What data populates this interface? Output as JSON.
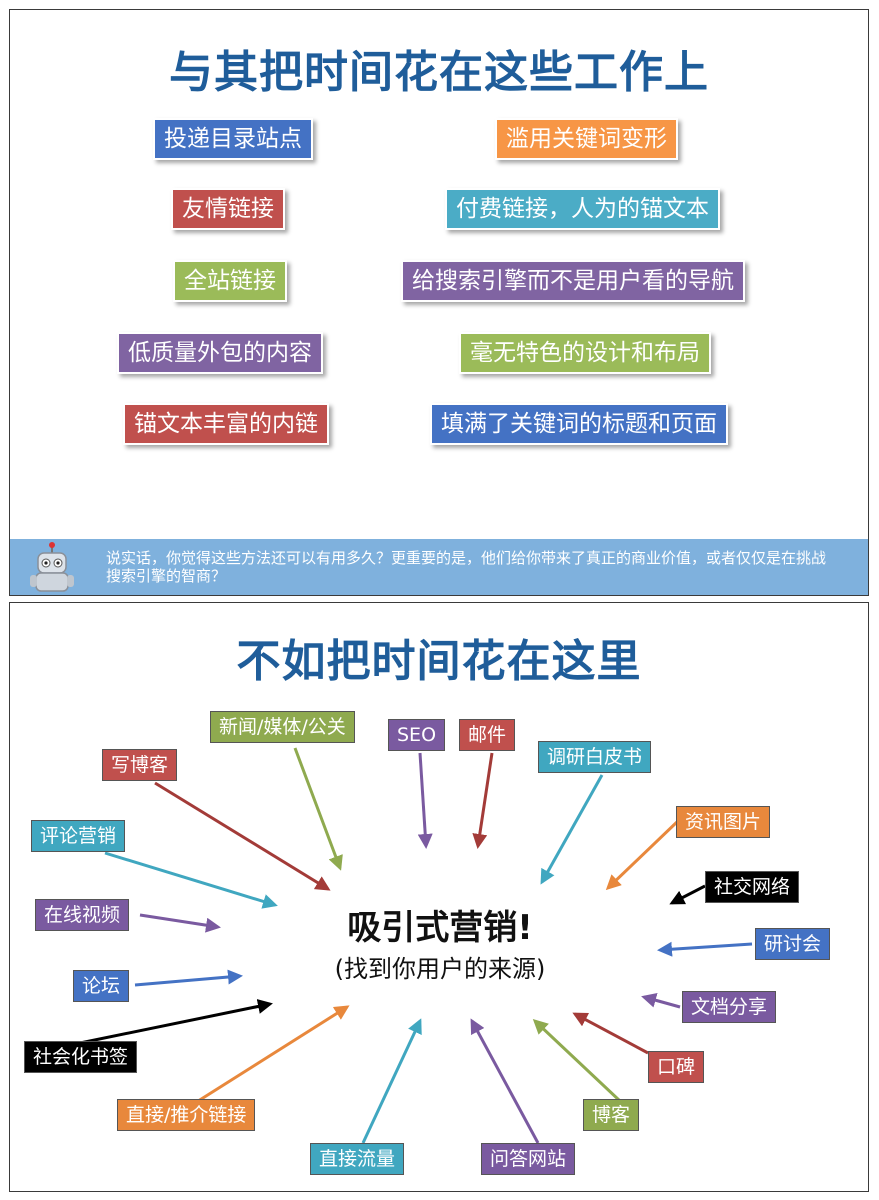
{
  "top": {
    "title": "与其把时间花在这些工作上",
    "tags": [
      {
        "label": "投递目录站点",
        "color": "#4472c4"
      },
      {
        "label": "滥用关键词变形",
        "color": "#f79646"
      },
      {
        "label": "友情链接",
        "color": "#c0504d"
      },
      {
        "label": "付费链接，人为的锚文本",
        "color": "#4bacc6"
      },
      {
        "label": "全站链接",
        "color": "#9bbb59"
      },
      {
        "label": "给搜索引擎而不是用户看的导航",
        "color": "#8064a2"
      },
      {
        "label": "低质量外包的内容",
        "color": "#8064a2"
      },
      {
        "label": "毫无特色的设计和布局",
        "color": "#9bbb59"
      },
      {
        "label": "锚文本丰富的内链",
        "color": "#c0504d"
      },
      {
        "label": "填满了关键词的标题和页面",
        "color": "#4472c4"
      }
    ],
    "footer_text": "说实话，你觉得这些方法还可以有用多久？更重要的是，他们给你带来了真正的商业价值，或者仅仅是在挑战搜索引擎的智商？",
    "footer_icon": "robot-icon"
  },
  "bottom": {
    "title": "不如把时间花在这里",
    "center_main": "吸引式营销!",
    "center_sub": "(找到你用户的来源)",
    "labels": [
      {
        "label": "新闻/媒体/公关",
        "color": "#8faa4f"
      },
      {
        "label": "SEO",
        "color": "#7a5aa0"
      },
      {
        "label": "邮件",
        "color": "#c0504d"
      },
      {
        "label": "写博客",
        "color": "#c0504d"
      },
      {
        "label": "调研白皮书",
        "color": "#40a7c0"
      },
      {
        "label": "评论营销",
        "color": "#40a7c0"
      },
      {
        "label": "资讯图片",
        "color": "#e8883c"
      },
      {
        "label": "社交网络",
        "color": "#000000"
      },
      {
        "label": "在线视频",
        "color": "#7a5aa0"
      },
      {
        "label": "研讨会",
        "color": "#4472c4"
      },
      {
        "label": "论坛",
        "color": "#4472c4"
      },
      {
        "label": "文档分享",
        "color": "#7a5aa0"
      },
      {
        "label": "社会化书签",
        "color": "#000000"
      },
      {
        "label": "口碑",
        "color": "#c0504d"
      },
      {
        "label": "直接/推介链接",
        "color": "#e8883c"
      },
      {
        "label": "博客",
        "color": "#8faa4f"
      },
      {
        "label": "直接流量",
        "color": "#40a7c0"
      },
      {
        "label": "问答网站",
        "color": "#7a5aa0"
      }
    ]
  }
}
